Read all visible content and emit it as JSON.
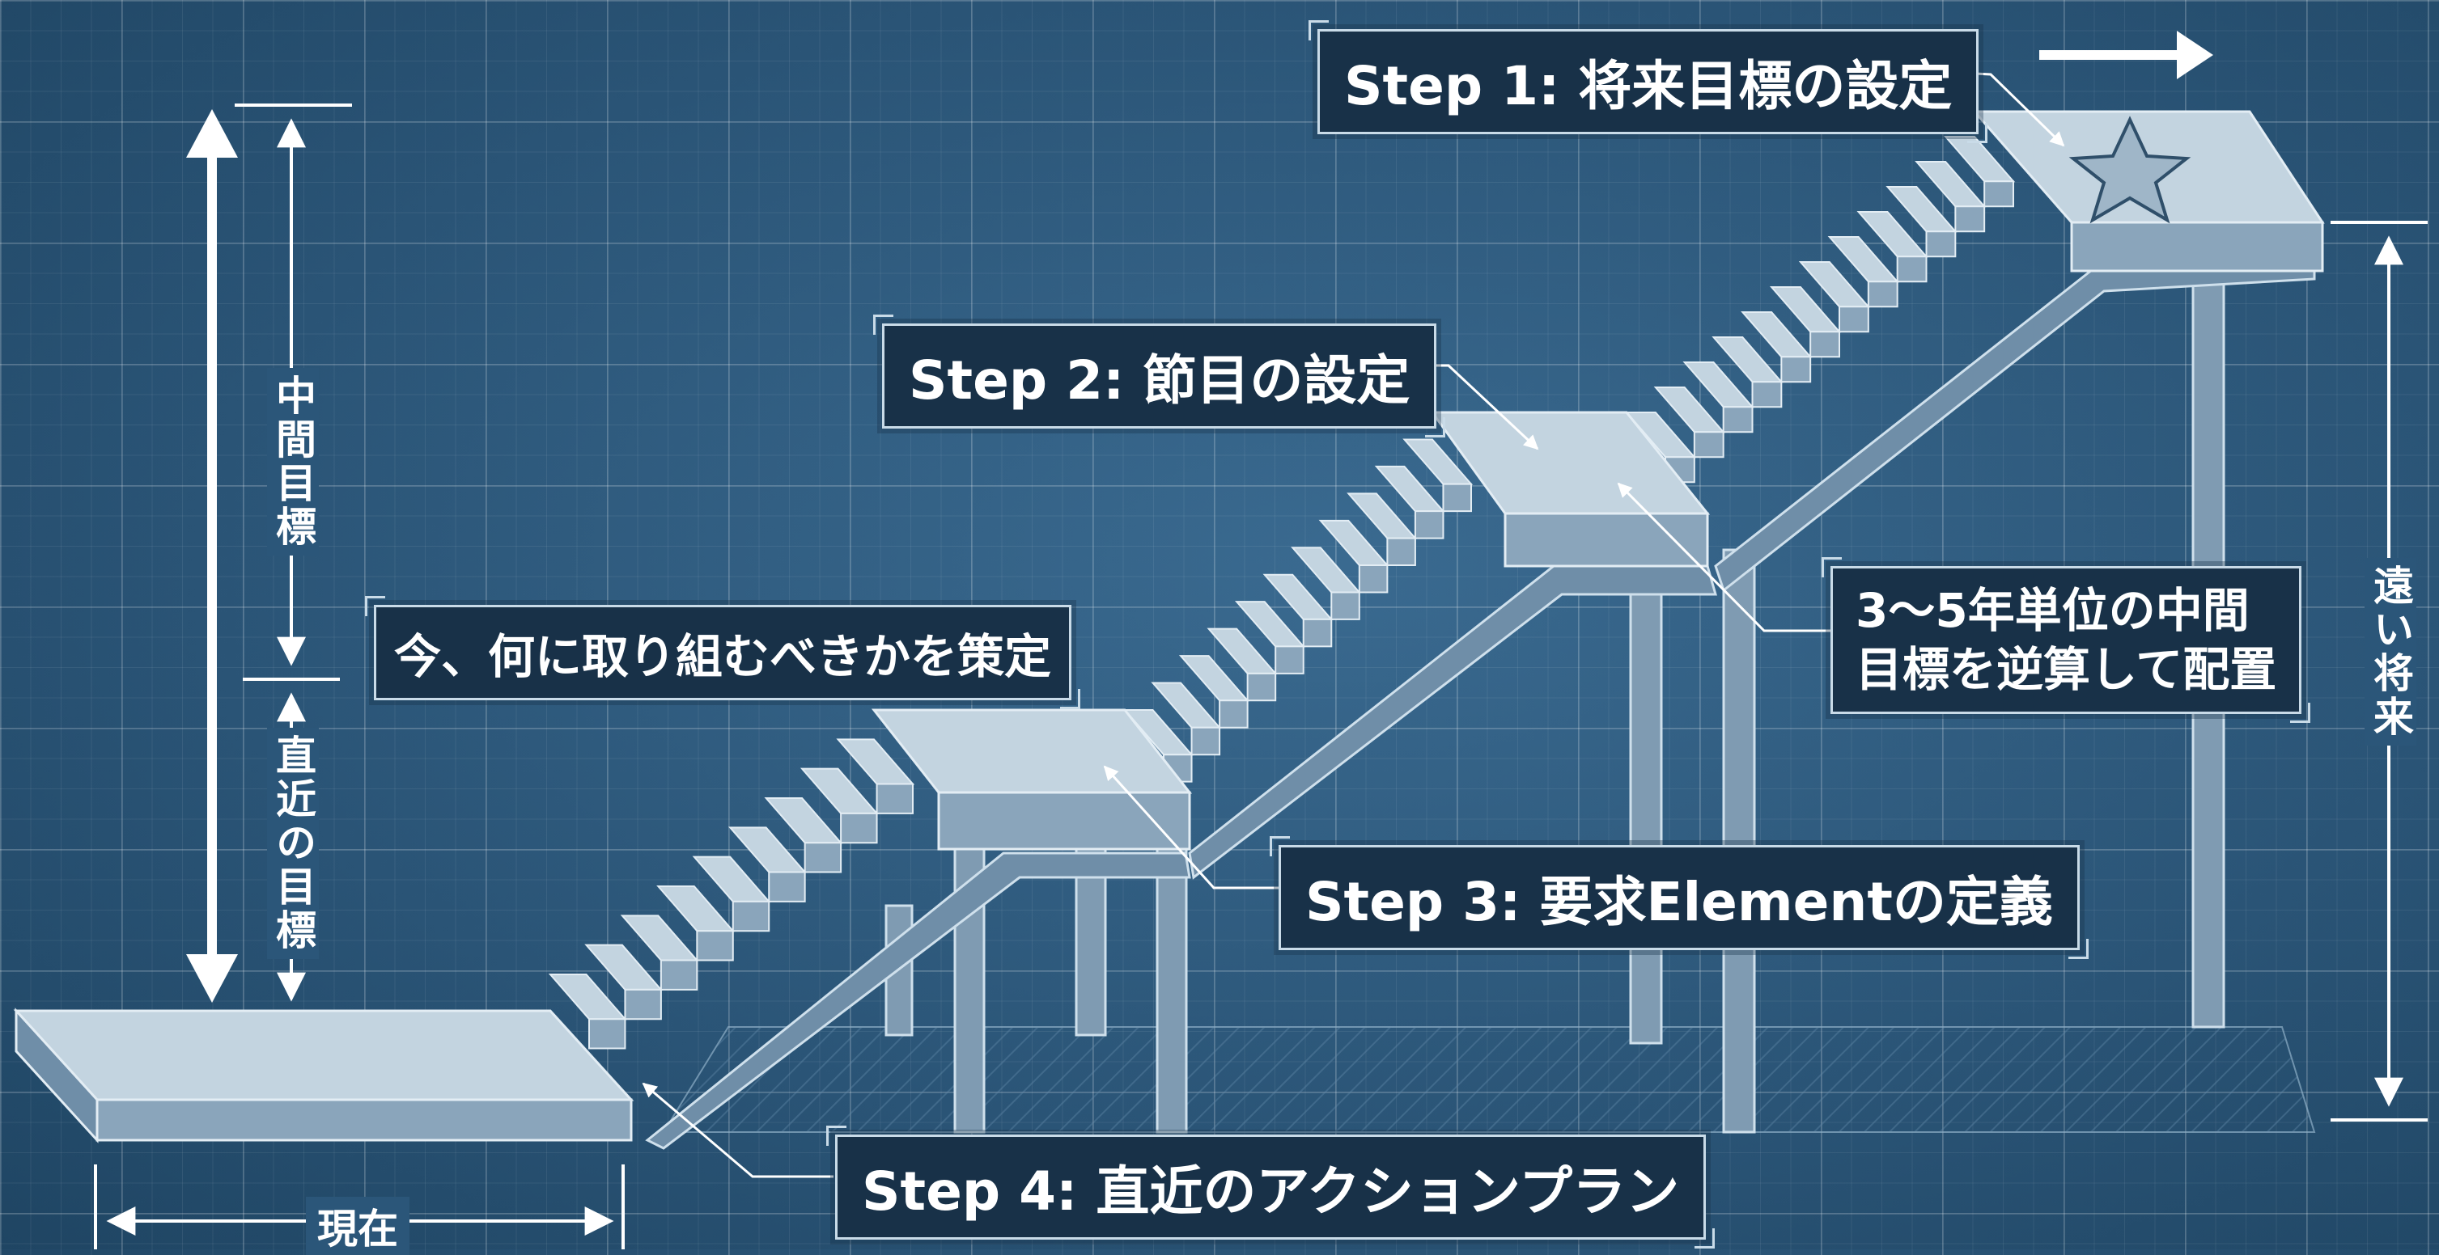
{
  "steps": {
    "step1": "Step 1: 将来目標の設定",
    "step2": "Step 2: 節目の設定",
    "step3": "Step 3: 要求Elementの定義",
    "step4": "Step 4: 直近のアクションプラン"
  },
  "notes": {
    "strategy": "今、何に取り組むべきかを策定",
    "midterm_line1": "3〜5年単位の中間",
    "midterm_line2": "目標を逆算して配置"
  },
  "dimensions": {
    "intermediate_goal": "中間目標",
    "near_term_goal": "直近の目標",
    "distant_future": "遠い将来",
    "present": "現在"
  },
  "colors": {
    "background": "#2b5679",
    "stair_top": "#c3d4e0",
    "stair_front": "#8aa5bb",
    "label_bg": "#183148",
    "line": "#ffffff"
  },
  "icons": [
    "star-icon",
    "right-arrow-icon"
  ]
}
